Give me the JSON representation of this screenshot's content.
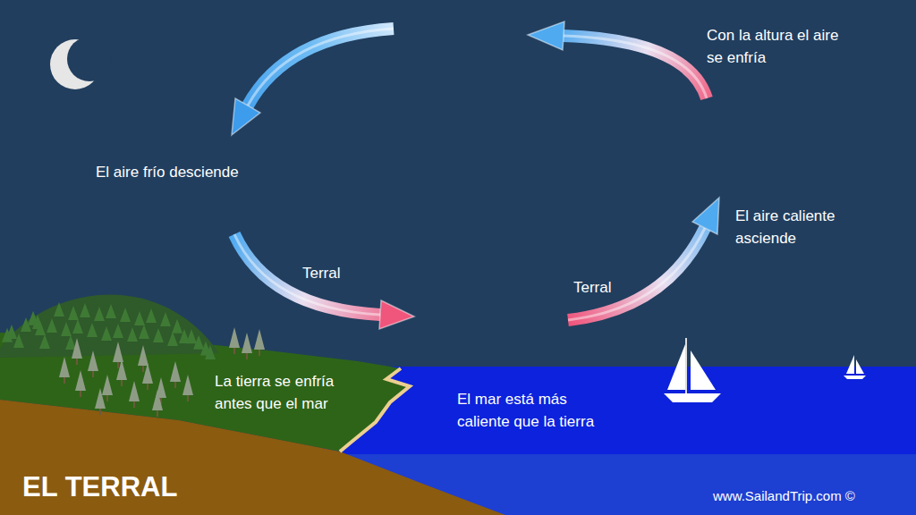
{
  "diagram": {
    "title": "EL TERRAL",
    "labels": [
      "Con la altura el aire se enfría",
      "El aire frío desciende",
      "El aire caliente asciende",
      "Terral",
      "Terral",
      "La tierra se enfría antes que el mar",
      "El mar está más caliente que la tierra",
      "www.SailandTrip.com ©"
    ]
  }
}
